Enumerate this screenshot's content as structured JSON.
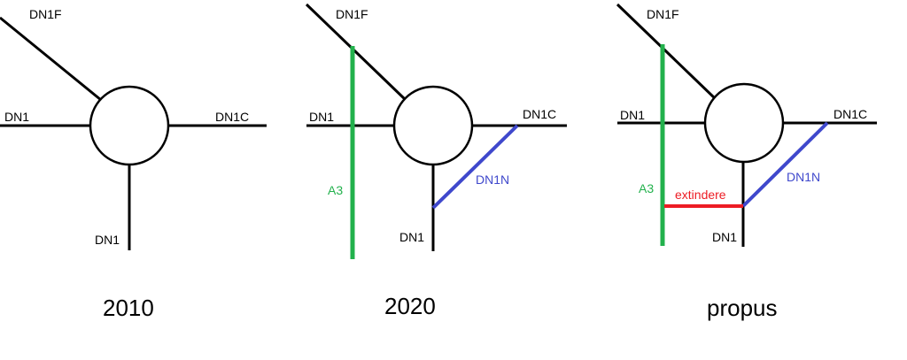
{
  "panels": [
    {
      "caption": "2010",
      "roads": {
        "nw": "DN1F",
        "w": "DN1",
        "e": "DN1C",
        "s": "DN1"
      }
    },
    {
      "caption": "2020",
      "roads": {
        "nw": "DN1F",
        "w": "DN1",
        "e": "DN1C",
        "s": "DN1"
      },
      "a3_label": "A3",
      "dn1n_label": "DN1N"
    },
    {
      "caption": "propus",
      "roads": {
        "nw": "DN1F",
        "w": "DN1",
        "e": "DN1C",
        "s": "DN1"
      },
      "a3_label": "A3",
      "dn1n_label": "DN1N",
      "extension_label": "extindere"
    }
  ],
  "colors": {
    "road": "#000000",
    "a3": "#22b14c",
    "dn1n": "#3f48cc",
    "extension": "#ed1c24"
  }
}
